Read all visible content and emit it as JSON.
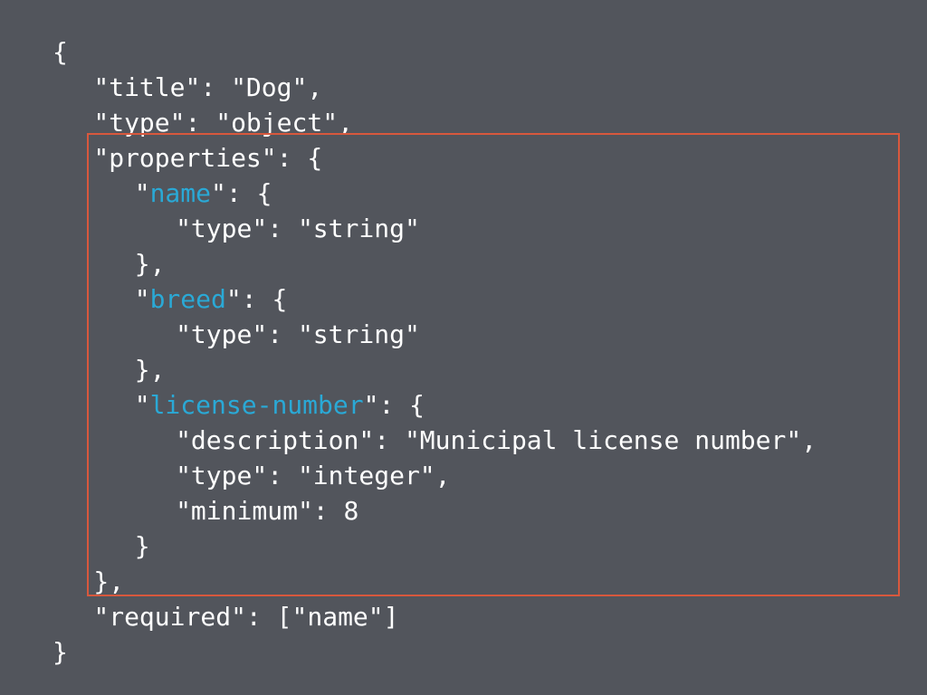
{
  "colors": {
    "background": "#52555c",
    "text": "#ffffff",
    "key_highlight": "#2aa9d6",
    "box_border": "#d8583d"
  },
  "code_lines": [
    {
      "indent": 0,
      "pre": "{",
      "key": "",
      "post": ""
    },
    {
      "indent": 1,
      "pre": "\"title\": \"Dog\",",
      "key": "",
      "post": ""
    },
    {
      "indent": 1,
      "pre": "\"type\": \"object\",",
      "key": "",
      "post": ""
    },
    {
      "indent": 1,
      "pre": "\"properties\": {",
      "key": "",
      "post": ""
    },
    {
      "indent": 2,
      "pre": "\"",
      "key": "name",
      "post": "\": {"
    },
    {
      "indent": 3,
      "pre": "\"type\": \"string\"",
      "key": "",
      "post": ""
    },
    {
      "indent": 2,
      "pre": "},",
      "key": "",
      "post": ""
    },
    {
      "indent": 2,
      "pre": "\"",
      "key": "breed",
      "post": "\": {"
    },
    {
      "indent": 3,
      "pre": "\"type\": \"string\"",
      "key": "",
      "post": ""
    },
    {
      "indent": 2,
      "pre": "},",
      "key": "",
      "post": ""
    },
    {
      "indent": 2,
      "pre": "\"",
      "key": "license-number",
      "post": "\": {"
    },
    {
      "indent": 3,
      "pre": "\"description\": \"Municipal license number\",",
      "key": "",
      "post": ""
    },
    {
      "indent": 3,
      "pre": "\"type\": \"integer\",",
      "key": "",
      "post": ""
    },
    {
      "indent": 3,
      "pre": "\"minimum\": 8",
      "key": "",
      "post": ""
    },
    {
      "indent": 2,
      "pre": "}",
      "key": "",
      "post": ""
    },
    {
      "indent": 1,
      "pre": "},",
      "key": "",
      "post": ""
    },
    {
      "indent": 1,
      "pre": "\"required\": [\"name\"]",
      "key": "",
      "post": ""
    },
    {
      "indent": 0,
      "pre": "}",
      "key": "",
      "post": ""
    }
  ]
}
